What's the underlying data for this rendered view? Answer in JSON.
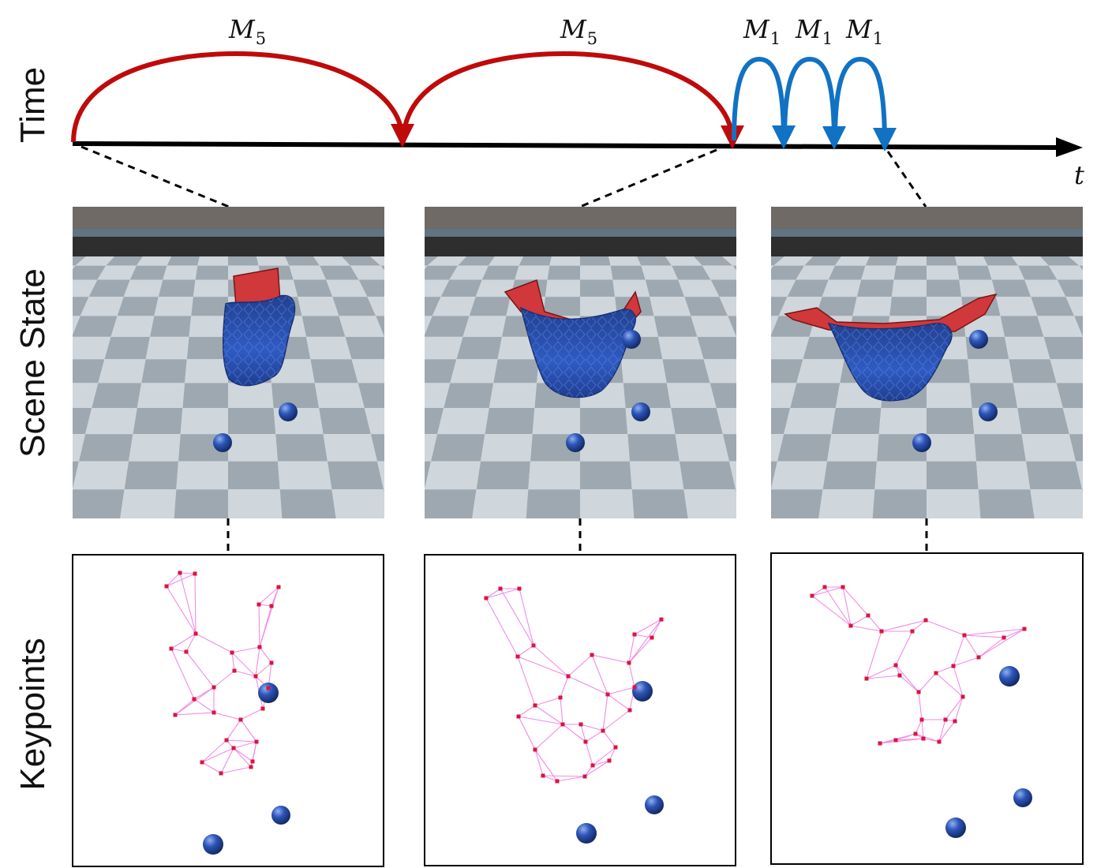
{
  "rows": {
    "time": "Time",
    "scene": "Scene State",
    "keypoints": "Keypoints"
  },
  "axis": {
    "label": "t"
  },
  "arcs": [
    {
      "label": "M",
      "sub": "5",
      "color": "#bf0a0a"
    },
    {
      "label": "M",
      "sub": "5",
      "color": "#bf0a0a"
    },
    {
      "label": "M",
      "sub": "1",
      "color": "#1172c4"
    },
    {
      "label": "M",
      "sub": "1",
      "color": "#1172c4"
    },
    {
      "label": "M",
      "sub": "1",
      "color": "#1172c4"
    }
  ],
  "colors": {
    "cloth_blue": "#2a4fae",
    "cloth_red": "#d0383c",
    "keypoint": "#d8163e",
    "edge": "#f08be6",
    "sphere": "#2d55b8"
  }
}
